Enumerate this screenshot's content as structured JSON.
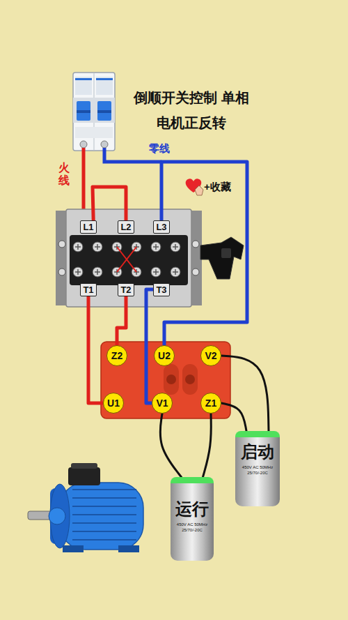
{
  "diagram": {
    "title": "倒顺开关控制 单相电机正反转",
    "nodes": [
      {
        "text": [
          "L1"
        ]
      },
      {
        "text": [
          "L2"
        ]
      },
      {
        "text": [
          "L3"
        ]
      },
      {
        "text": [
          "T1"
        ]
      },
      {
        "text": [
          "T2"
        ]
      },
      {
        "text": [
          "T3"
        ]
      },
      {
        "text": [
          "Z2"
        ]
      },
      {
        "text": [
          "U2"
        ]
      },
      {
        "text": [
          "V2"
        ]
      },
      {
        "text": [
          "U1"
        ]
      },
      {
        "text": [
          "V1"
        ]
      },
      {
        "text": [
          "Z1"
        ]
      },
      {
        "text": [
          "启动",
          "450V AC 50MHz 25/70/-20C"
        ]
      },
      {
        "text": [
          "运行",
          "450V AC 50MHz 25/70/-20C"
        ]
      }
    ],
    "edges": [
      {
        "from": 0,
        "to": 1,
        "arrow": "none"
      },
      {
        "from": 2,
        "to": 7,
        "arrow": "none"
      },
      {
        "from": 3,
        "to": 9,
        "arrow": "none"
      },
      {
        "from": 4,
        "to": 6,
        "arrow": "none"
      },
      {
        "from": 5,
        "to": 10,
        "arrow": "none"
      },
      {
        "from": 10,
        "to": 13,
        "arrow": "none"
      },
      {
        "from": 11,
        "to": 13,
        "arrow": "none"
      },
      {
        "from": 11,
        "to": 12,
        "arrow": "none"
      },
      {
        "from": 8,
        "to": 12,
        "arrow": "none"
      }
    ],
    "labels": [
      "火线",
      "零线",
      "+收藏"
    ]
  }
}
